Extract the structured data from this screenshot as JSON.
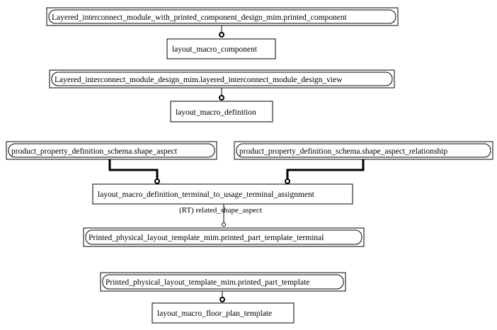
{
  "entities": {
    "lim_printed_component": "Layered_interconnect_module_with_printed_component_design_mim.printed_component",
    "layout_macro_component": "layout_macro_component",
    "lim_design_view": "Layered_interconnect_module_design_mim.layered_interconnect_module_design_view",
    "layout_macro_definition": "layout_macro_definition",
    "shape_aspect": "product_property_definition_schema.shape_aspect",
    "shape_aspect_relationship": "product_property_definition_schema.shape_aspect_relationship",
    "terminal_assignment": "layout_macro_definition_terminal_to_usage_terminal_assignment",
    "template_terminal": "Printed_physical_layout_template_mim.printed_part_template_terminal",
    "part_template": "Printed_physical_layout_template_mim.printed_part_template",
    "floor_plan_template": "layout_macro_floor_plan_template"
  },
  "relations": {
    "related_shape_aspect_label": "(RT) related_shape_aspect"
  }
}
